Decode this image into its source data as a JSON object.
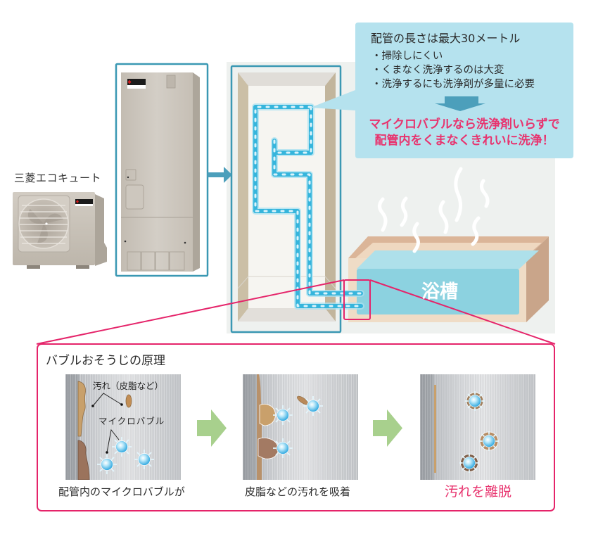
{
  "product": {
    "label": "三菱エコキュート"
  },
  "callout": {
    "title": "配管の長さは最大30メートル",
    "bullet_glyph": "・",
    "bullets": [
      "掃除しにくい",
      "くまなく洗浄するのは大変",
      "洗浄するにも洗浄剤が多量に必要"
    ],
    "highlight": [
      "マイクロバブルなら洗浄剤いらずで",
      "配管内をくまなくきれいに洗浄！"
    ]
  },
  "bathtub": {
    "label": "浴槽"
  },
  "principle": {
    "title": "バブルおそうじの原理",
    "steps": [
      {
        "caption": "配管内のマイクロバブルが",
        "annotations": {
          "dirt": "汚れ（皮脂など）",
          "bubbles": "マイクロバブル"
        }
      },
      {
        "caption": "皮脂などの汚れを吸着"
      },
      {
        "caption": "汚れを離脱",
        "emphasis": true
      }
    ]
  },
  "icons": {
    "flow_arrow": "arrow-right",
    "callout_arrow": "arrow-down",
    "step_arrow": "arrow-right-block",
    "bubble": "microbubble"
  },
  "colors": {
    "accent_pink": "#e5246a",
    "frame_teal": "#3a98b3",
    "callout_background": "#b5e2ee",
    "highlight_text": "#e8336e",
    "step_arrow": "#a8d08d",
    "pipe": "#36b5dc",
    "callout_arrow": "#4c9fbb"
  }
}
